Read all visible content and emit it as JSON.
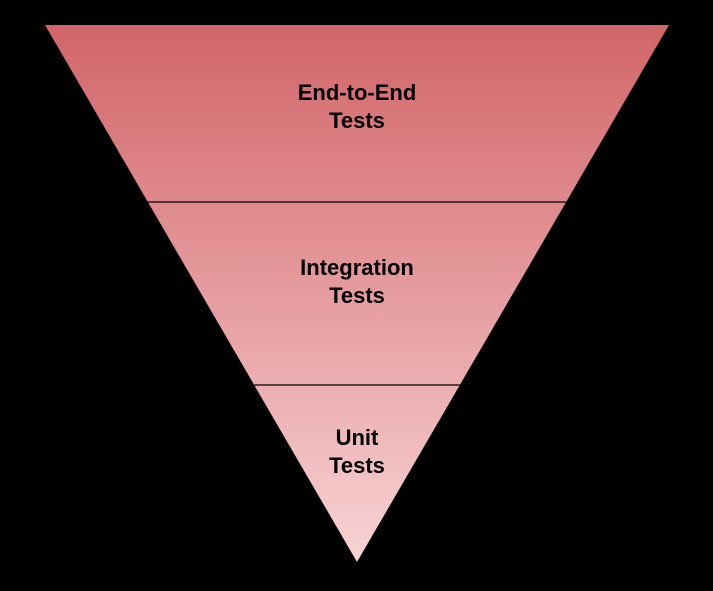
{
  "canvas": {
    "background_color": "#000000"
  },
  "pyramid": {
    "type": "inverted-pyramid",
    "orientation": "point-down",
    "gradient_top_color": "#d26568",
    "gradient_bottom_color": "#f8d3d5",
    "divider_color": "#000000",
    "label_color": "#000000",
    "levels": [
      {
        "name": "end-to-end-tests",
        "label_line1": "End-to-End",
        "label_line2": "Tests",
        "position": "top-widest"
      },
      {
        "name": "integration-tests",
        "label_line1": "Integration",
        "label_line2": "Tests",
        "position": "middle"
      },
      {
        "name": "unit-tests",
        "label_line1": "Unit",
        "label_line2": "Tests",
        "position": "bottom-narrowest"
      }
    ]
  }
}
